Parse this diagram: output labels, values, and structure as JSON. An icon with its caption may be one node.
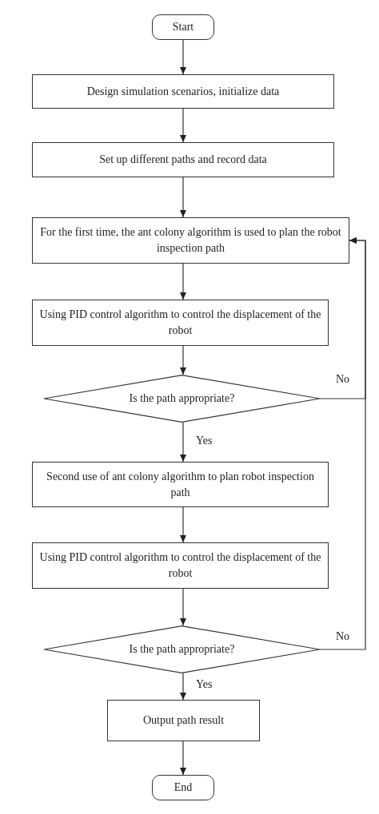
{
  "diagram": {
    "nodes": [
      {
        "text": [
          "Start"
        ]
      },
      {
        "text": [
          "Design simulation scenarios, initialize data"
        ]
      },
      {
        "text": [
          "Set up different paths and record data"
        ]
      },
      {
        "text": [
          "For the first time, the ant colony algorithm is used to plan the robot inspection path"
        ]
      },
      {
        "text": [
          "Using PID control algorithm to control the displacement of the robot"
        ]
      },
      {
        "text": [
          "Is the path appropriate?"
        ]
      },
      {
        "text": [
          "Second use of ant colony algorithm to plan robot inspection path"
        ]
      },
      {
        "text": [
          "Using PID control algorithm to control the displacement of the robot"
        ]
      },
      {
        "text": [
          "Is the path appropriate?"
        ]
      },
      {
        "text": [
          "Output path result"
        ]
      },
      {
        "text": [
          "End"
        ]
      }
    ],
    "edges": [
      {
        "from": 0,
        "to": 1,
        "arrow": "to"
      },
      {
        "from": 1,
        "to": 2,
        "arrow": "to"
      },
      {
        "from": 2,
        "to": 3,
        "arrow": "to"
      },
      {
        "from": 3,
        "to": 4,
        "arrow": "to"
      },
      {
        "from": 4,
        "to": 5,
        "arrow": "to"
      },
      {
        "from": 5,
        "to": 6,
        "arrow": "to",
        "label": "Yes"
      },
      {
        "from": 6,
        "to": 7,
        "arrow": "to"
      },
      {
        "from": 7,
        "to": 8,
        "arrow": "to"
      },
      {
        "from": 8,
        "to": 9,
        "arrow": "to",
        "label": "Yes"
      },
      {
        "from": 9,
        "to": 10,
        "arrow": "to"
      },
      {
        "from": 5,
        "to": 3,
        "arrow": "to",
        "label": "No"
      },
      {
        "from": 8,
        "to": 3,
        "arrow": "to",
        "label": "No"
      }
    ]
  }
}
